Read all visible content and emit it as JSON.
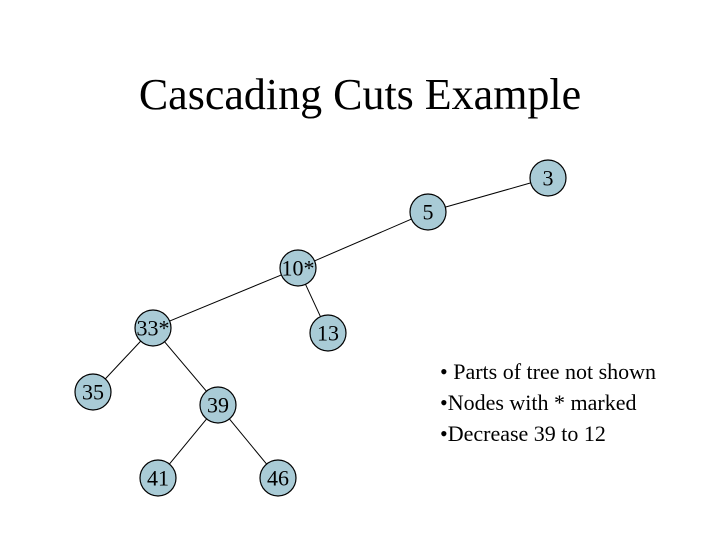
{
  "slide": {
    "title": "Cascading Cuts Example"
  },
  "colors": {
    "node_fill": "#a9cbd6",
    "node_stroke": "#000000",
    "edge": "#000000",
    "text": "#000000",
    "background": "#ffffff"
  },
  "tree": {
    "nodes": {
      "n3": "3",
      "n5": "5",
      "n10": "10*",
      "n33": "33*",
      "n13": "13",
      "n35": "35",
      "n39": "39",
      "n41": "41",
      "n46": "46"
    },
    "edges": [
      [
        "n5",
        "n3"
      ],
      [
        "n10",
        "n5"
      ],
      [
        "n10",
        "n33"
      ],
      [
        "n10",
        "n13"
      ],
      [
        "n33",
        "n35"
      ],
      [
        "n33",
        "n39"
      ],
      [
        "n39",
        "n41"
      ],
      [
        "n39",
        "n46"
      ]
    ]
  },
  "notes": [
    "• Parts of tree not shown",
    "•Nodes with * marked",
    "•Decrease 39 to 12"
  ]
}
